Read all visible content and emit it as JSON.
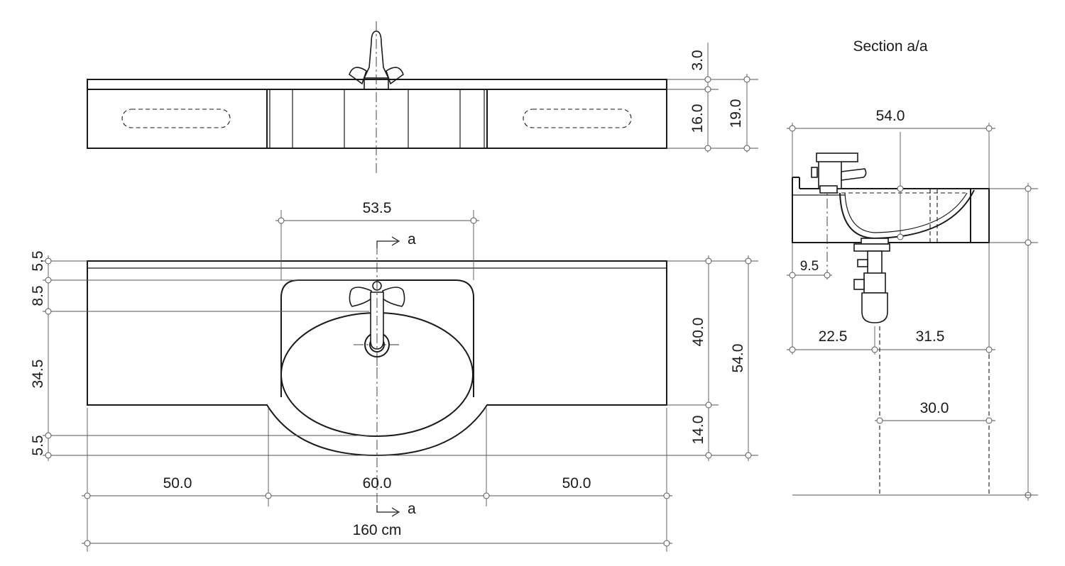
{
  "section_title": "Section a/a",
  "section_marker": "a",
  "dimensions": {
    "top_tap_height": "3.0",
    "top_front_height": "16.0",
    "top_total_height": "19.0",
    "basin_width": "53.5",
    "depth_back_edge": "5.5",
    "depth_tap_offset": "8.5",
    "depth_bowl": "34.5",
    "depth_front_edge": "5.5",
    "depth_counter": "40.0",
    "depth_total": "54.0",
    "depth_bulge": "14.0",
    "width_left": "50.0",
    "width_center": "60.0",
    "width_right": "50.0",
    "width_total": "160 cm",
    "section_depth": "54.0",
    "section_wall_gap": "9.5",
    "section_front": "22.5",
    "section_back": "31.5",
    "section_trap_width": "30.0"
  }
}
